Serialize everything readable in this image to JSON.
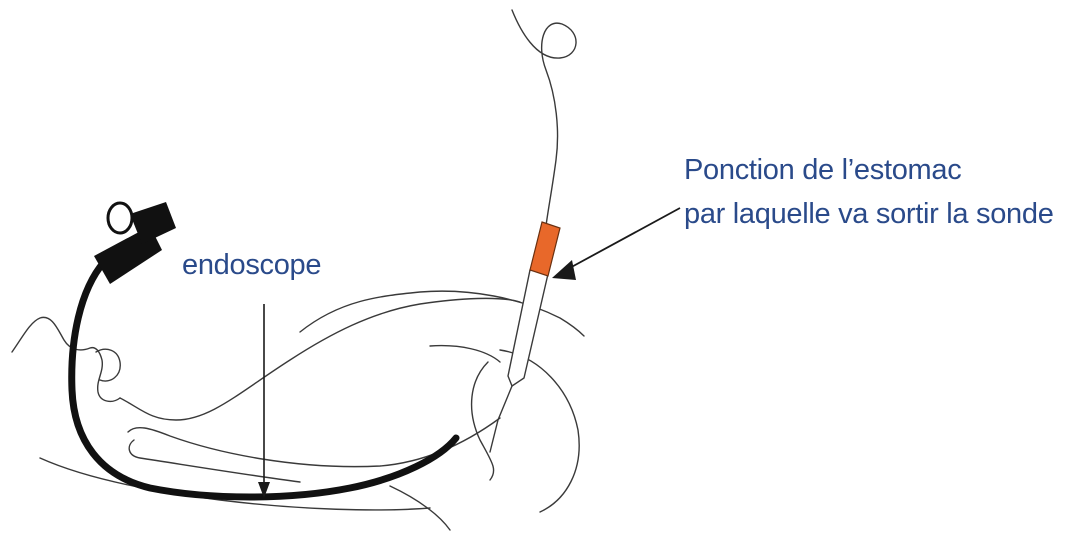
{
  "labels": {
    "endoscope": "endoscope",
    "puncture_line1": "Ponction de l’estomac",
    "puncture_line2": "par laquelle va sortir la sonde"
  },
  "colors": {
    "label_text": "#2a4a8a",
    "outline": "#3a3a3a",
    "endoscope_tube": "#111111",
    "needle_marker": "#e8682a",
    "arrow": "#1a1a1a"
  }
}
